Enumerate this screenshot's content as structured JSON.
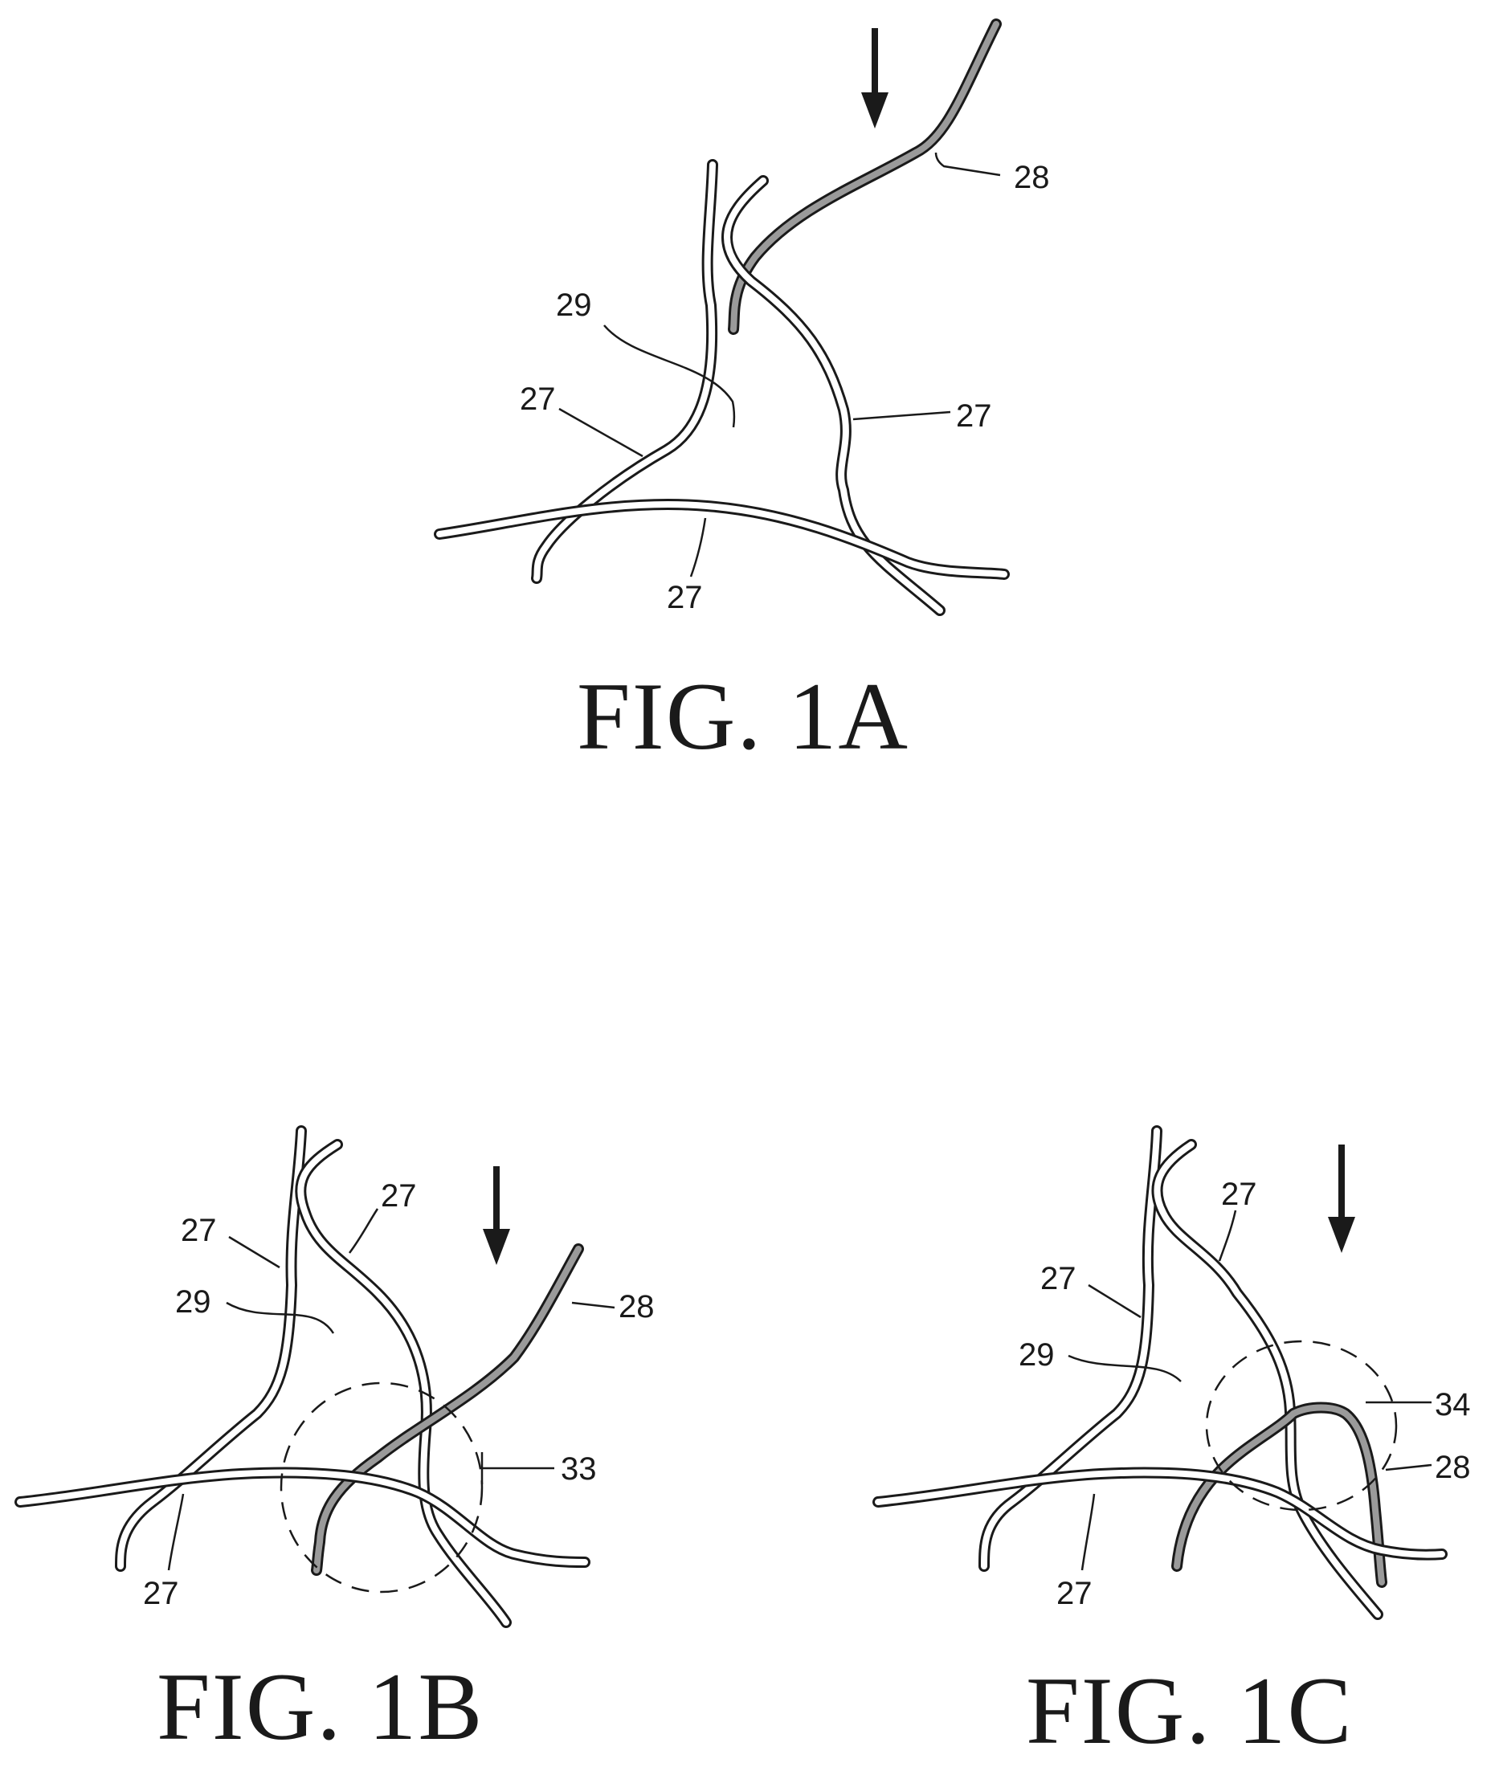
{
  "figures": {
    "fig_1a": {
      "caption": "FIG. 1A",
      "refs": {
        "fiber_top": "28",
        "space": "29",
        "fiber_left": "27",
        "fiber_right": "27",
        "fiber_bottom": "27"
      }
    },
    "fig_1b": {
      "caption": "FIG. 1B",
      "refs": {
        "fiber_left": "27",
        "fiber_middle": "27",
        "space": "29",
        "fiber_new": "28",
        "zone": "33",
        "fiber_bottom": "27"
      }
    },
    "fig_1c": {
      "caption": "FIG. 1C",
      "refs": {
        "fiber_middle": "27",
        "fiber_left": "27",
        "space": "29",
        "zone": "34",
        "fiber_new": "28",
        "fiber_bottom": "27"
      }
    }
  }
}
